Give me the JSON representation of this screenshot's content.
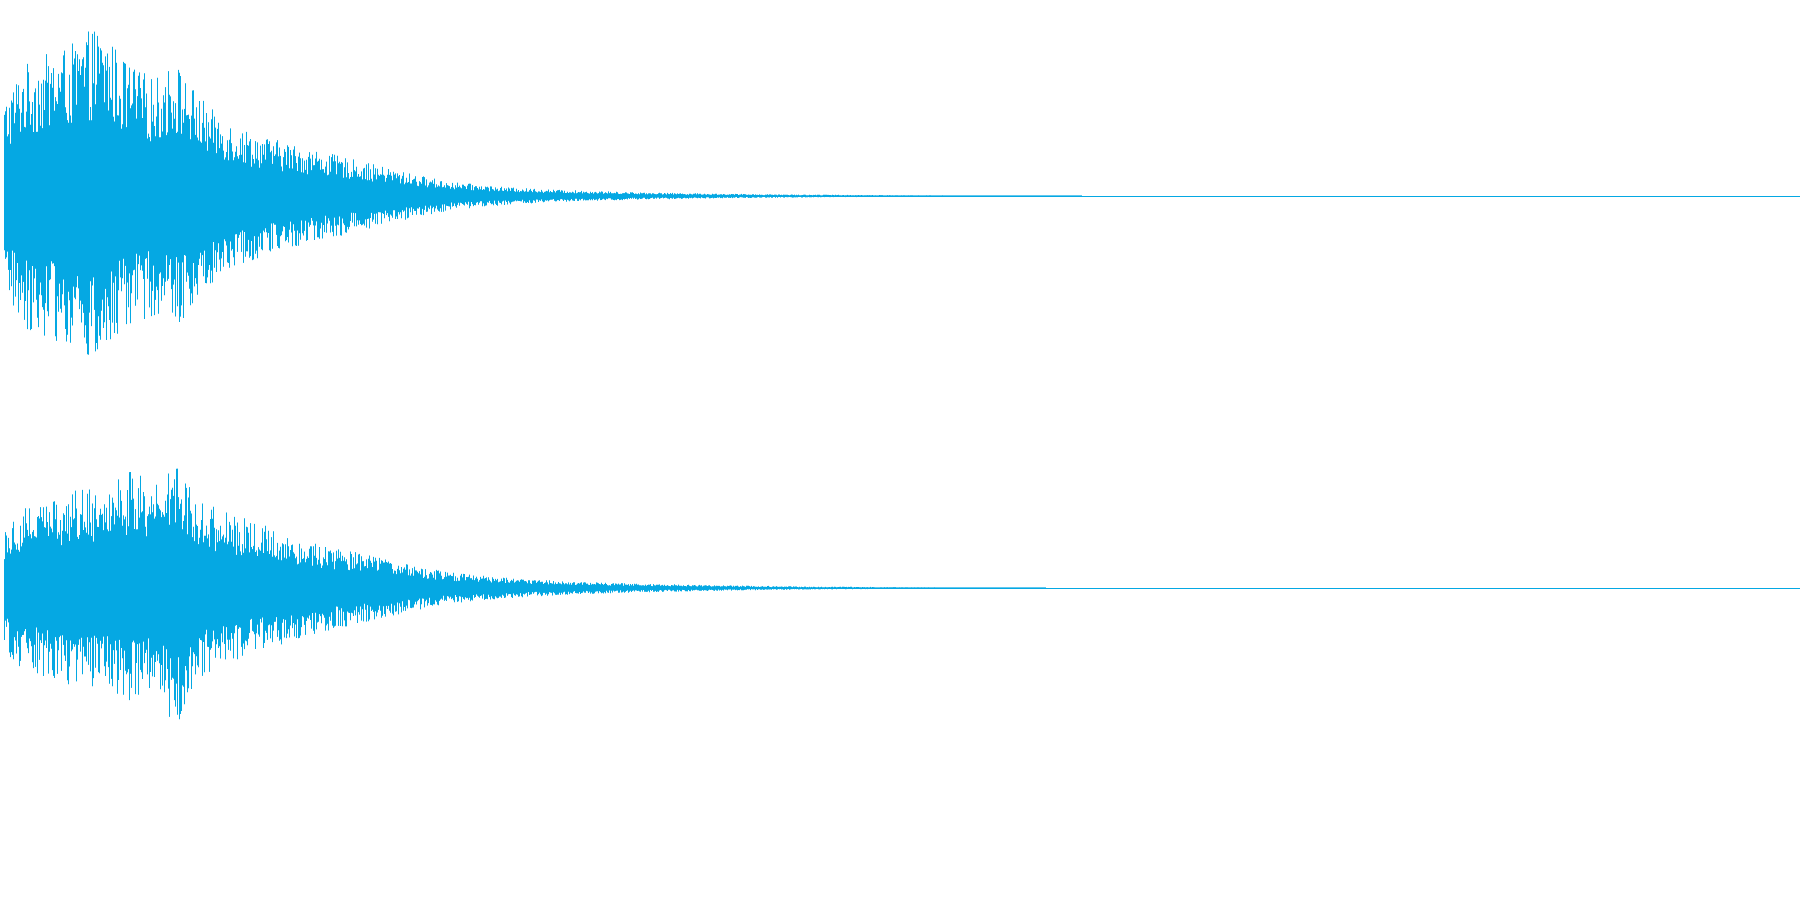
{
  "colors": {
    "background": "#ffffff",
    "waveform": "#05a8e3"
  },
  "chart_data": {
    "type": "area",
    "title": "",
    "xlabel": "",
    "ylabel": "",
    "x_range": [
      0,
      1
    ],
    "y_range": [
      -1,
      1
    ],
    "grid": false,
    "legend": "none",
    "series": [
      {
        "channel": "left",
        "envelope": [
          [
            0.0,
            0.55
          ],
          [
            0.01,
            0.75
          ],
          [
            0.025,
            0.82
          ],
          [
            0.04,
            0.88
          ],
          [
            0.05,
            0.97
          ],
          [
            0.058,
            0.92
          ],
          [
            0.065,
            0.8
          ],
          [
            0.075,
            0.72
          ],
          [
            0.085,
            0.68
          ],
          [
            0.095,
            0.78
          ],
          [
            0.105,
            0.62
          ],
          [
            0.115,
            0.5
          ],
          [
            0.13,
            0.4
          ],
          [
            0.145,
            0.34
          ],
          [
            0.16,
            0.3
          ],
          [
            0.175,
            0.26
          ],
          [
            0.19,
            0.22
          ],
          [
            0.21,
            0.17
          ],
          [
            0.23,
            0.12
          ],
          [
            0.25,
            0.08
          ],
          [
            0.28,
            0.05
          ],
          [
            0.31,
            0.035
          ],
          [
            0.35,
            0.022
          ],
          [
            0.4,
            0.013
          ],
          [
            0.45,
            0.008
          ],
          [
            0.5,
            0.005
          ],
          [
            0.54,
            0.003
          ],
          [
            0.59,
            0.002
          ],
          [
            0.6,
            0.0
          ],
          [
            1.0,
            0.0
          ]
        ]
      },
      {
        "channel": "right",
        "envelope": [
          [
            0.0,
            0.42
          ],
          [
            0.01,
            0.55
          ],
          [
            0.025,
            0.6
          ],
          [
            0.04,
            0.66
          ],
          [
            0.055,
            0.7
          ],
          [
            0.07,
            0.78
          ],
          [
            0.085,
            0.7
          ],
          [
            0.095,
            0.95
          ],
          [
            0.105,
            0.65
          ],
          [
            0.12,
            0.52
          ],
          [
            0.135,
            0.46
          ],
          [
            0.15,
            0.4
          ],
          [
            0.165,
            0.33
          ],
          [
            0.185,
            0.27
          ],
          [
            0.205,
            0.22
          ],
          [
            0.225,
            0.16
          ],
          [
            0.245,
            0.11
          ],
          [
            0.265,
            0.085
          ],
          [
            0.29,
            0.06
          ],
          [
            0.32,
            0.042
          ],
          [
            0.36,
            0.028
          ],
          [
            0.4,
            0.018
          ],
          [
            0.45,
            0.01
          ],
          [
            0.5,
            0.006
          ],
          [
            0.54,
            0.003
          ],
          [
            0.57,
            0.002
          ],
          [
            0.58,
            0.0
          ],
          [
            1.0,
            0.0
          ]
        ]
      }
    ]
  }
}
